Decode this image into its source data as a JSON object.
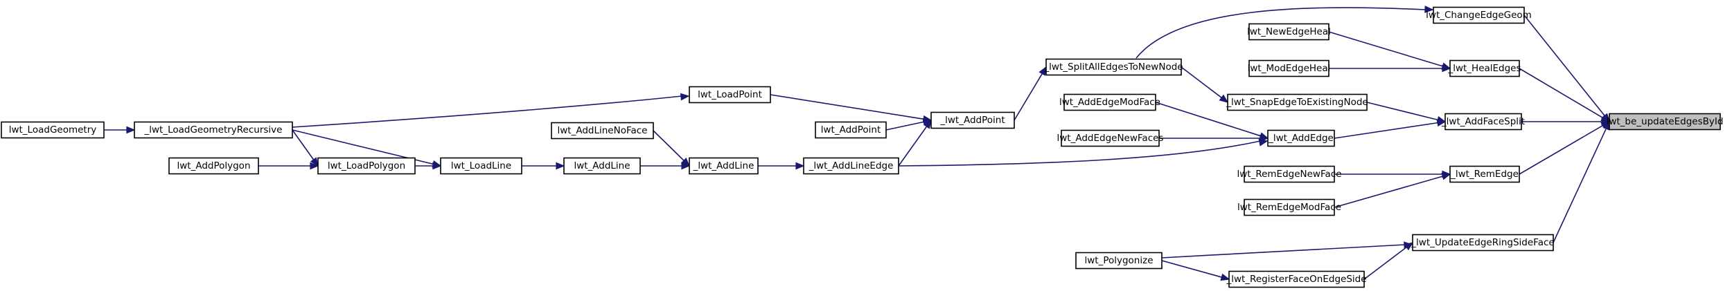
{
  "diagram": {
    "type": "call-graph",
    "root": "lwt_be_updateEdgesById",
    "nodes": [
      {
        "id": "root",
        "label": "lwt_be_updateEdgesById",
        "highlighted": true
      },
      {
        "id": "changeEdgeGeom",
        "label": "lwt_ChangeEdgeGeom"
      },
      {
        "id": "healEdges",
        "label": "_lwt_HealEdges"
      },
      {
        "id": "addFaceSplit",
        "label": "_lwt_AddFaceSplit"
      },
      {
        "id": "remEdge",
        "label": "_lwt_RemEdge"
      },
      {
        "id": "updateEdgeRing",
        "label": "_lwt_UpdateEdgeRingSideFace"
      },
      {
        "id": "newEdgeHeal",
        "label": "lwt_NewEdgeHeal"
      },
      {
        "id": "modEdgeHeal",
        "label": "lwt_ModEdgeHeal"
      },
      {
        "id": "snapEdge",
        "label": "_lwt_SnapEdgeToExistingNode"
      },
      {
        "id": "addEdge",
        "label": "_lwt_AddEdge"
      },
      {
        "id": "remEdgeNewFace",
        "label": "lwt_RemEdgeNewFace"
      },
      {
        "id": "remEdgeModFace",
        "label": "lwt_RemEdgeModFace"
      },
      {
        "id": "registerFace",
        "label": "_lwt_RegisterFaceOnEdgeSide"
      },
      {
        "id": "polygonize",
        "label": "lwt_Polygonize"
      },
      {
        "id": "splitAll",
        "label": "_lwt_SplitAllEdgesToNewNode"
      },
      {
        "id": "addEdgeModFace",
        "label": "lwt_AddEdgeModFace"
      },
      {
        "id": "addEdgeNewFaces",
        "label": "lwt_AddEdgeNewFaces"
      },
      {
        "id": "addLineEdge",
        "label": "_lwt_AddLineEdge"
      },
      {
        "id": "addPointInt",
        "label": "_lwt_AddPoint"
      },
      {
        "id": "addPoint",
        "label": "lwt_AddPoint"
      },
      {
        "id": "loadPoint",
        "label": "lwt_LoadPoint"
      },
      {
        "id": "addLineInt",
        "label": "_lwt_AddLine"
      },
      {
        "id": "addLineNoFace",
        "label": "lwt_AddLineNoFace"
      },
      {
        "id": "addLine",
        "label": "lwt_AddLine"
      },
      {
        "id": "loadLine",
        "label": "lwt_LoadLine"
      },
      {
        "id": "loadPolygon",
        "label": "lwt_LoadPolygon"
      },
      {
        "id": "addPolygon",
        "label": "lwt_AddPolygon"
      },
      {
        "id": "loadGeomRec",
        "label": "_lwt_LoadGeometryRecursive"
      },
      {
        "id": "loadGeometry",
        "label": "lwt_LoadGeometry"
      }
    ],
    "edges": [
      {
        "from": "changeEdgeGeom",
        "to": "root"
      },
      {
        "from": "healEdges",
        "to": "root"
      },
      {
        "from": "addFaceSplit",
        "to": "root"
      },
      {
        "from": "remEdge",
        "to": "root"
      },
      {
        "from": "updateEdgeRing",
        "to": "root"
      },
      {
        "from": "newEdgeHeal",
        "to": "healEdges"
      },
      {
        "from": "modEdgeHeal",
        "to": "healEdges"
      },
      {
        "from": "snapEdge",
        "to": "addFaceSplit"
      },
      {
        "from": "addEdge",
        "to": "addFaceSplit"
      },
      {
        "from": "remEdgeNewFace",
        "to": "remEdge"
      },
      {
        "from": "remEdgeModFace",
        "to": "remEdge"
      },
      {
        "from": "registerFace",
        "to": "updateEdgeRing"
      },
      {
        "from": "polygonize",
        "to": "updateEdgeRing"
      },
      {
        "from": "polygonize",
        "to": "registerFace"
      },
      {
        "from": "splitAll",
        "to": "changeEdgeGeom"
      },
      {
        "from": "splitAll",
        "to": "snapEdge"
      },
      {
        "from": "addEdgeModFace",
        "to": "addEdge"
      },
      {
        "from": "addEdgeNewFaces",
        "to": "addEdge"
      },
      {
        "from": "addLineEdge",
        "to": "addEdge"
      },
      {
        "from": "addPointInt",
        "to": "splitAll"
      },
      {
        "from": "addLineEdge",
        "to": "addPointInt"
      },
      {
        "from": "addPoint",
        "to": "addPointInt"
      },
      {
        "from": "loadPoint",
        "to": "addPointInt"
      },
      {
        "from": "addLineInt",
        "to": "addLineEdge"
      },
      {
        "from": "addLineNoFace",
        "to": "addLineInt"
      },
      {
        "from": "addLine",
        "to": "addLineInt"
      },
      {
        "from": "loadLine",
        "to": "addLine"
      },
      {
        "from": "loadPolygon",
        "to": "loadLine"
      },
      {
        "from": "loadGeomRec",
        "to": "loadLine"
      },
      {
        "from": "addPolygon",
        "to": "loadPolygon"
      },
      {
        "from": "loadGeomRec",
        "to": "loadPolygon"
      },
      {
        "from": "loadGeomRec",
        "to": "loadPoint"
      },
      {
        "from": "loadGeometry",
        "to": "loadGeomRec"
      }
    ]
  },
  "colors": {
    "edge": "#191970",
    "node_border": "#000000",
    "node_fill": "#ffffff",
    "root_fill": "#bfbfbf"
  }
}
